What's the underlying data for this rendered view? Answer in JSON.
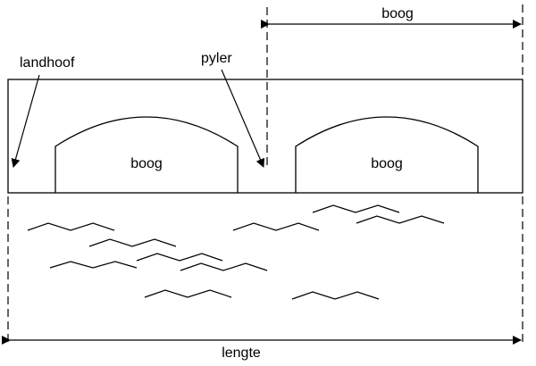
{
  "labels": {
    "top_span": "boog",
    "abutment": "landhoof",
    "pier": "pyler",
    "left_arch": "boog",
    "right_arch": "boog",
    "length": "lengte"
  },
  "colors": {
    "line": "#000000",
    "background": "#ffffff"
  }
}
